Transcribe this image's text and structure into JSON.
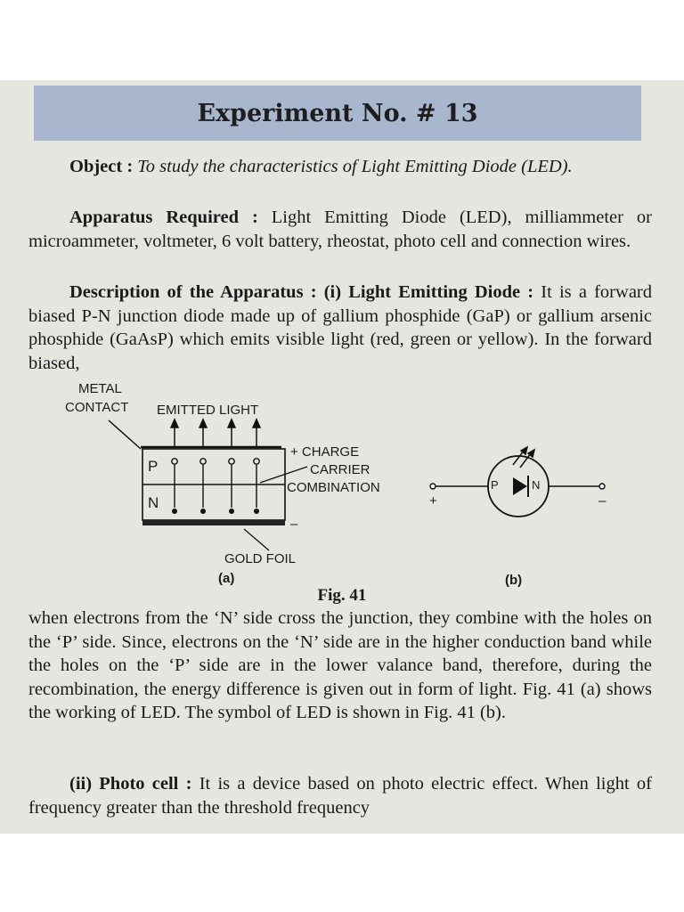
{
  "header": {
    "title": "Experiment No. # 13"
  },
  "object": {
    "label": "Object :",
    "text": "To study the characteristics of Light Emitting Diode (LED)."
  },
  "apparatus": {
    "label": "Apparatus Required :",
    "text": "Light Emitting Diode (LED), milliammeter or microammeter, voltmeter, 6 volt battery, rheostat, photo cell and connection wires."
  },
  "description": {
    "label": "Description of the Apparatus : (i) Light Emitting Diode :",
    "text": "It is a forward biased P-N junction diode made up of gallium phosphide (GaP) or gallium arsenic phosphide (GaAsP) which emits visible light (red, green or yellow). In the forward biased,"
  },
  "figure": {
    "metal_label": "METAL",
    "contact_label": "CONTACT",
    "emitted_light_label": "EMITTED LIGHT",
    "charge_label": "+ CHARGE",
    "carrier_label": "CARRIER",
    "combination_label": "COMBINATION",
    "gold_foil_label": "GOLD FOIL",
    "part_a": "(a)",
    "part_b": "(b)",
    "p_label": "P",
    "n_label": "N",
    "minus_sign": "–",
    "plus_sign": "+",
    "caption": "Fig. 41"
  },
  "body": {
    "paragraph": "when electrons from the ‘N’ side cross the junction, they combine with the holes on the ‘P’ side. Since, electrons on the ‘N’ side are in the higher conduction band while the holes on the ‘P’ side are in the lower valance band, therefore, during the recombination, the energy difference is given out in form of light. Fig. 41 (a) shows the working of LED. The symbol of LED is shown in Fig. 41 (b)."
  },
  "photocell": {
    "label": "(ii) Photo cell :",
    "text": "It is a device based on photo electric effect. When light of frequency greater than the threshold frequency"
  }
}
